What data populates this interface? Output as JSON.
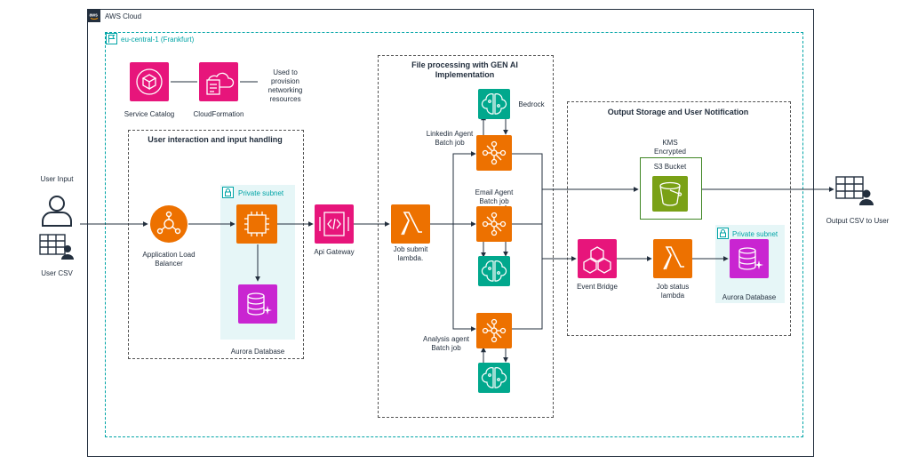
{
  "cloud_label": "AWS Cloud",
  "region_label": "eu-central-1 (Frankfurt)",
  "top_services": {
    "service_catalog": "Service Catalog",
    "cloudformation": "CloudFormation",
    "note": "Used to provision networking resources"
  },
  "user": {
    "input_label": "User Input",
    "csv_label": "User CSV"
  },
  "ingest_group": {
    "title": "User interaction and input handling",
    "alb": "Application Load Balancer",
    "subnet": "Private subnet",
    "aurora": "Aurora Database"
  },
  "api_gateway": "Api Gateway",
  "genai_group": {
    "title": "File processing with GEN AI Implementation",
    "job_submit": "Job submit lambda.",
    "bedrock": "Bedrock",
    "linkedin": "Linkedin Agent Batch job",
    "email": "Email Agent Batch job",
    "analysis": "Analysis agent Batch job"
  },
  "output_group": {
    "title": "Output Storage and User Notification",
    "kms": "KMS Encrypted",
    "s3": "S3 Bucket",
    "event_bridge": "Event Bridge",
    "job_status": "Job status lambda",
    "subnet": "Private subnet",
    "aurora": "Aurora Database"
  },
  "output_csv": "Output CSV to User",
  "colors": {
    "aws_dark": "#232f3e",
    "region_teal": "#00a4a6",
    "ml_teal": "#01a88d",
    "compute_orange": "#ed7100",
    "integration_pink": "#e7157b",
    "database_purple": "#c925d1",
    "storage_green": "#7aa116",
    "subnet_fill": "#e6f6f7"
  },
  "icons": [
    "aws-logo-icon",
    "region-flag-icon",
    "service-catalog-icon",
    "cloudformation-icon",
    "user-icon",
    "csv-table-icon",
    "load-balancer-icon",
    "lock-icon",
    "ec2-instance-icon",
    "aurora-database-icon",
    "api-gateway-icon",
    "lambda-icon",
    "bedrock-icon",
    "step-functions-icon",
    "s3-bucket-icon",
    "event-bridge-icon"
  ]
}
